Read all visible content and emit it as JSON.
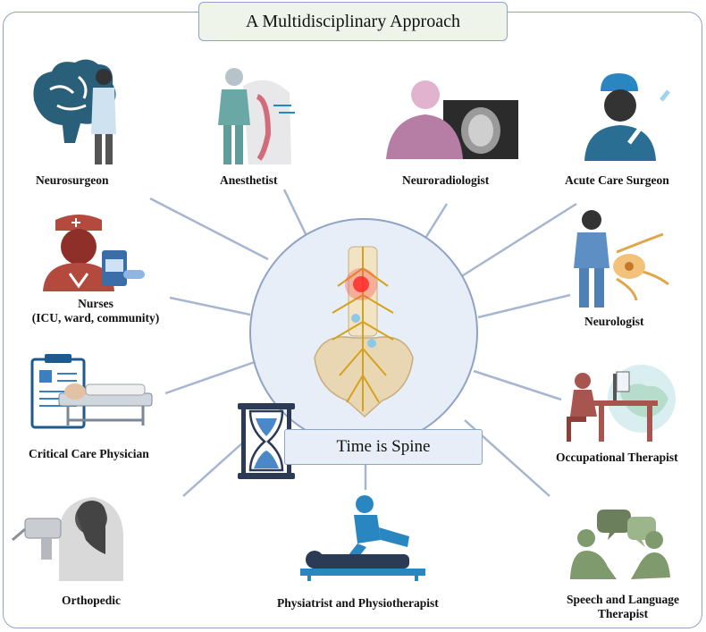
{
  "title": "A Multidisciplinary Approach",
  "center_label": "Time is Spine",
  "roles": {
    "neurosurgeon": "Neurosurgeon",
    "anesthetist": "Anesthetist",
    "neuroradiologist": "Neuroradiologist",
    "acute_care_surgeon": "Acute Care Surgeon",
    "nurses_line1": "Nurses",
    "nurses_line2": "(ICU, ward, community)",
    "neurologist": "Neurologist",
    "critical_care_physician": "Critical Care Physician",
    "occupational_therapist": "Occupational Therapist",
    "orthopedic": "Orthopedic",
    "physiatrist": "Physiatrist and Physiotherapist",
    "speech_line1": "Speech and Language",
    "speech_line2": "Therapist"
  },
  "colors": {
    "frame": "#8fa3c4",
    "title_bg": "#eef4ea",
    "center_circle": "#e7eef7",
    "connector": "#a7b6d0",
    "brain_blue": "#2a5f7a",
    "nurse_red": "#b4493e",
    "surgeon_blue": "#2a6e94",
    "radiologist_pink": "#b77ea5",
    "therapist_red": "#a8554f",
    "physio_blue": "#2a86c0",
    "speech_green": "#7f9a6d"
  }
}
